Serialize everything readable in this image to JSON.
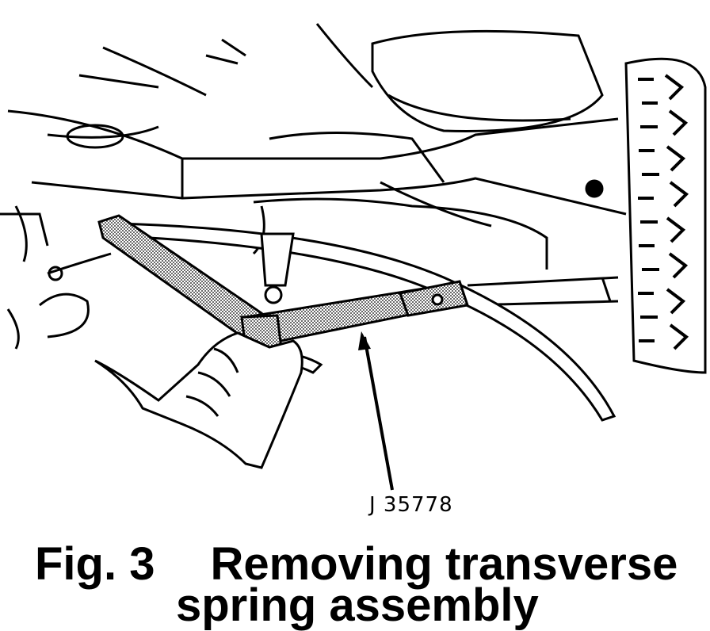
{
  "figure": {
    "tool_number": "J 35778",
    "caption_number": "Fig. 3",
    "caption_title_line1": "Removing transverse",
    "caption_title_line2": "spring assembly"
  },
  "colors": {
    "ink": "#000000",
    "paper": "#ffffff",
    "tool_fill": "stipple-gray"
  }
}
